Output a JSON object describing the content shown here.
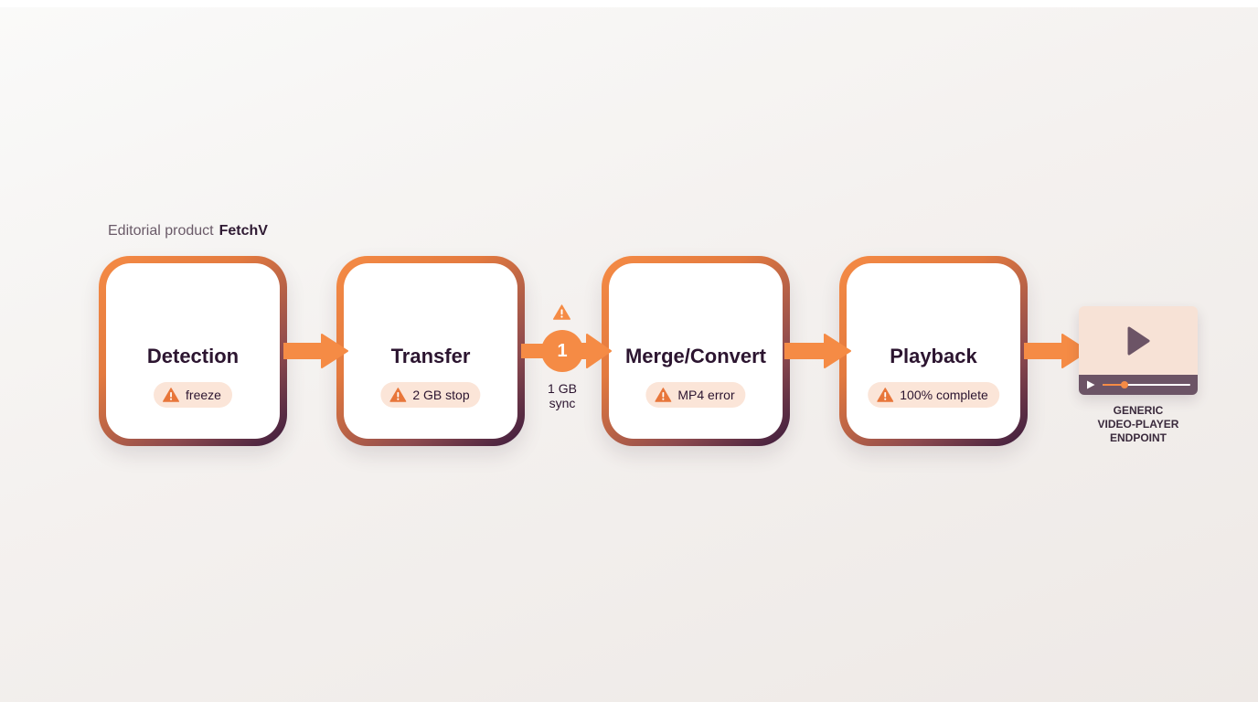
{
  "header": {
    "caption_prefix": "Editorial product",
    "caption_brand": "FetchV"
  },
  "stages": [
    {
      "title": "Detection",
      "warning_icon": "warning-triangle-icon",
      "status": "freeze"
    },
    {
      "title": "Transfer",
      "warning_icon": "warning-triangle-icon",
      "status": "2 GB stop"
    },
    {
      "title": "Merge/Convert",
      "warning_icon": "warning-triangle-icon",
      "status": "MP4 error"
    },
    {
      "title": "Playback",
      "warning_icon": "warning-triangle-icon",
      "status": "100% complete"
    }
  ],
  "checkpoint": {
    "number": "1",
    "warning_icon": "warning-triangle-icon",
    "label": "1 GB\nsync"
  },
  "endpoint": {
    "icons": [
      "play-icon",
      "play-control-icon",
      "seek-bar-icon"
    ],
    "playback_progress": 0.25,
    "label": "GENERIC\nVIDEO-PLAYER\nENDPOINT"
  },
  "colors": {
    "accent": "#f58b45",
    "dark": "#3c1b3d",
    "pill_bg": "#fbe5d8",
    "screen_bg": "#f7e2d6",
    "control_bar": "#6c5466"
  }
}
